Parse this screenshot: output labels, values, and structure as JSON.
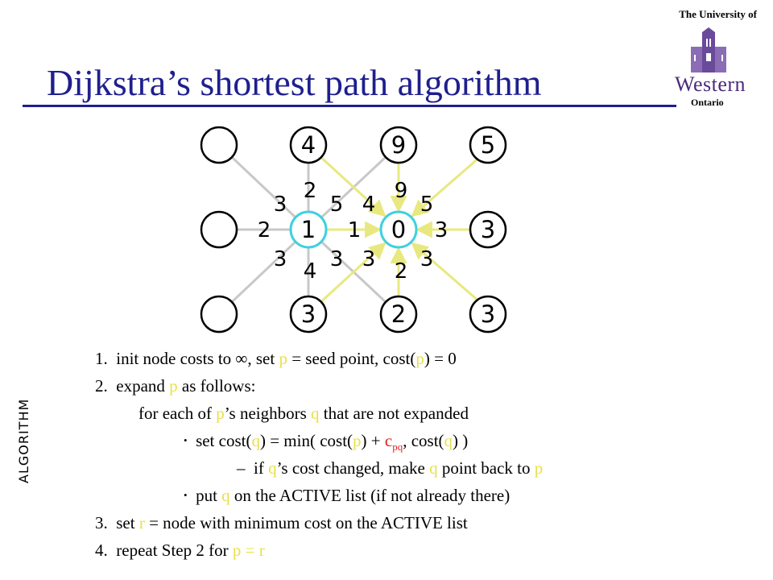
{
  "logo": {
    "university_of": "The University of",
    "name": "Western",
    "region": "Ontario"
  },
  "title": "Dijkstra’s shortest path algorithm",
  "side_label": "ALGORITHM",
  "graph": {
    "nodes": [
      {
        "id": "tl",
        "label": ""
      },
      {
        "id": "t1",
        "label": "4"
      },
      {
        "id": "t2",
        "label": "9"
      },
      {
        "id": "tr",
        "label": "5"
      },
      {
        "id": "ml",
        "label": ""
      },
      {
        "id": "m1",
        "label": "1"
      },
      {
        "id": "m2",
        "label": "0"
      },
      {
        "id": "mr",
        "label": "3"
      },
      {
        "id": "bl",
        "label": ""
      },
      {
        "id": "b1",
        "label": "3"
      },
      {
        "id": "b2",
        "label": "2"
      },
      {
        "id": "br",
        "label": "3"
      }
    ],
    "edge_weights": [
      "3",
      "2",
      "5",
      "4",
      "9",
      "5",
      "2",
      "1",
      "3",
      "3",
      "4",
      "3",
      "3",
      "2",
      "3"
    ]
  },
  "steps": {
    "s1": {
      "num": "1.",
      "a": "init node costs to ∞, set ",
      "p1": "p",
      "b": " = seed point, cost(",
      "p2": "p",
      "c": ") = 0"
    },
    "s2": {
      "num": "2.",
      "a": "expand ",
      "p": "p",
      "b": " as follows:"
    },
    "s2a": {
      "a": "for each of ",
      "p": "p",
      "b": "’s neighbors ",
      "q": "q",
      "c": " that are not expanded"
    },
    "s2b": {
      "bullet": "•",
      "a": "set cost(",
      "q1": "q",
      "b": ") = min( cost(",
      "p": "p",
      "c": ") + ",
      "cvar": "c",
      "sub": "pq",
      "d": ",  cost(",
      "q2": "q",
      "e": ") )"
    },
    "s2c": {
      "dash": "–",
      "a": "if ",
      "q1": "q",
      "b": "’s cost changed, make ",
      "q2": "q",
      "c": " point back to ",
      "p": "p"
    },
    "s2d": {
      "bullet": "•",
      "a": "put ",
      "q": "q",
      "b": " on the ACTIVE list   (if not already there)"
    },
    "s3": {
      "num": "3.",
      "a": "set ",
      "r": "r",
      "b": " = node with minimum cost on the ACTIVE list"
    },
    "s4": {
      "num": "4.",
      "a": "repeat Step 2 for ",
      "p": "p",
      "eq": " = ",
      "r": "r"
    }
  }
}
